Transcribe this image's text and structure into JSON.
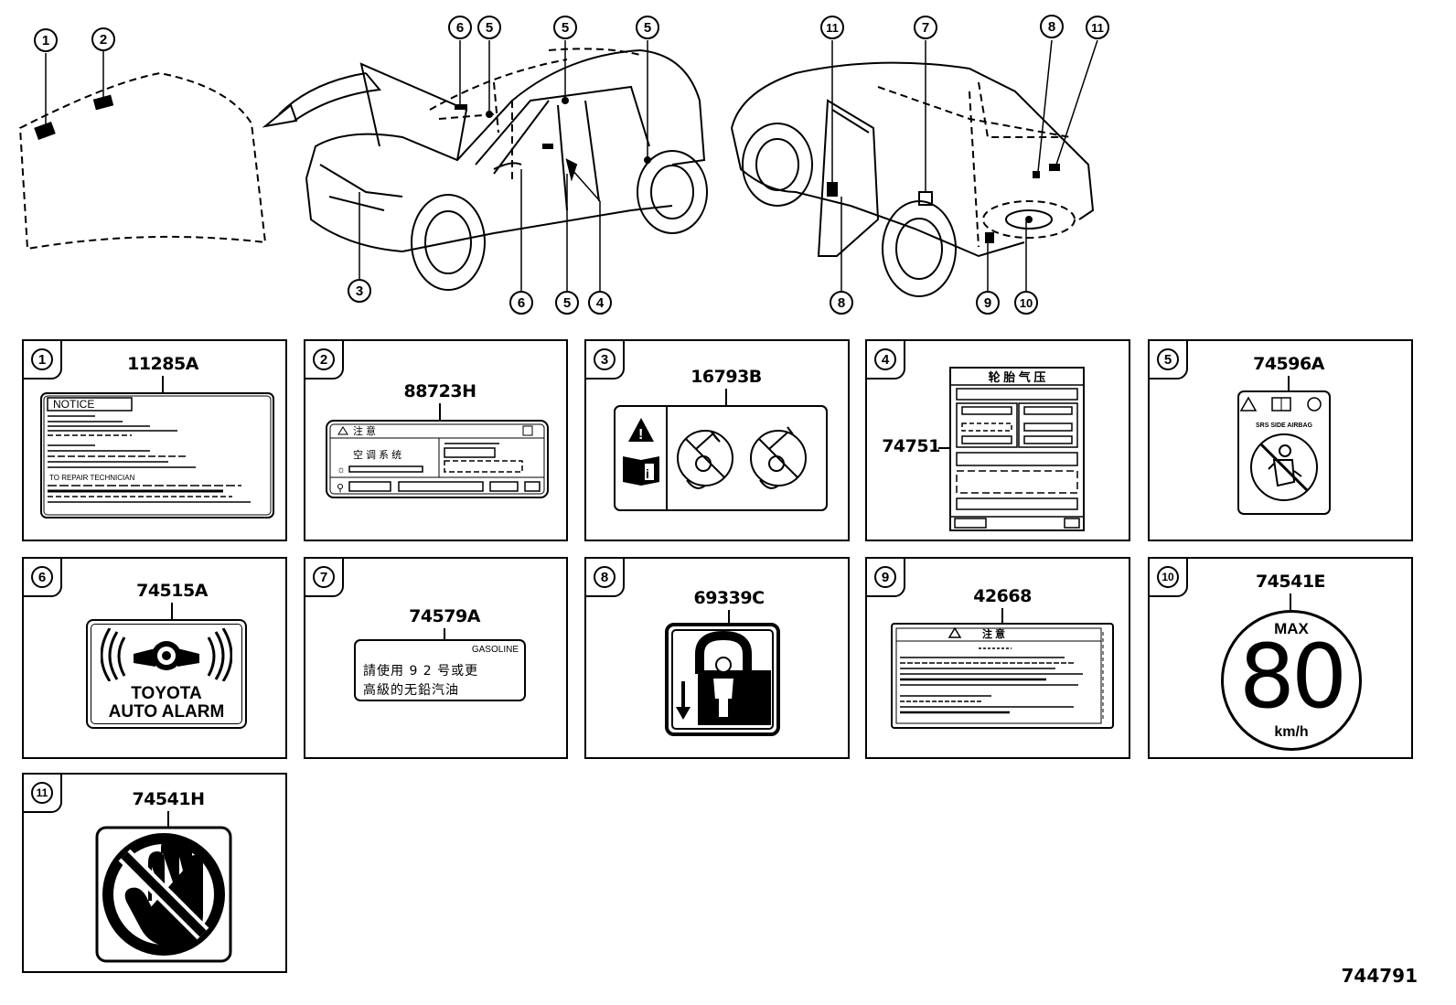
{
  "callouts": [
    "1",
    "2",
    "3",
    "4",
    "5",
    "6",
    "7",
    "8",
    "9",
    "10",
    "11"
  ],
  "labels": [
    {
      "index": "1",
      "part": "11285A",
      "text": {
        "notice": "NOTICE",
        "repair": "TO REPAIR TECHNICIAN"
      }
    },
    {
      "index": "2",
      "part": "88723H",
      "text": {
        "title": "注 意",
        "system": "空 调 系 统"
      }
    },
    {
      "index": "3",
      "part": "16793B"
    },
    {
      "index": "4",
      "part": "74751",
      "text": {
        "title": "轮 胎 气 压"
      }
    },
    {
      "index": "5",
      "part": "74596A",
      "text": {
        "srs": "SRS SIDE AIRBAG"
      }
    },
    {
      "index": "6",
      "part": "74515A",
      "text": {
        "line1": "TOYOTA",
        "line2": "AUTO ALARM"
      }
    },
    {
      "index": "7",
      "part": "74579A",
      "text": {
        "fuel": "GASOLINE",
        "line1": "請使用 9 2 号或更",
        "line2": "高級的无鉛汽油"
      }
    },
    {
      "index": "8",
      "part": "69339C"
    },
    {
      "index": "9",
      "part": "42668",
      "text": {
        "title": "注 意"
      }
    },
    {
      "index": "10",
      "part": "74541E",
      "text": {
        "max": "MAX",
        "speed": "80",
        "unit": "km/h"
      }
    },
    {
      "index": "11",
      "part": "74541H"
    }
  ],
  "diagram_id": "744791"
}
